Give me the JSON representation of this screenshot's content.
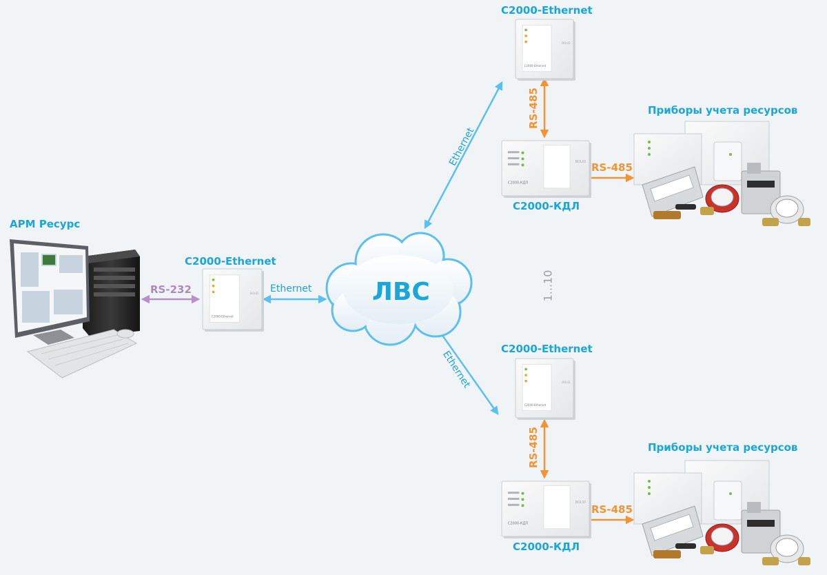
{
  "diagram": {
    "arm_label": "АРМ Ресурс",
    "lan_label": "ЛВС",
    "ellipsis_label": "1...10",
    "main_converter": "С2000-Ethernet",
    "link_rs232": "RS-232",
    "link_ethernet": "Ethernet",
    "branches": [
      {
        "converter": "С2000-Ethernet",
        "ethernet_link": "Ethernet",
        "rs485_vertical": "RS-485",
        "controller": "С2000-КДЛ",
        "rs485_horizontal": "RS-485",
        "meters_label": "Приборы учета ресурсов"
      },
      {
        "converter": "С2000-Ethernet",
        "ethernet_link": "Ethernet",
        "rs485_vertical": "RS-485",
        "controller": "С2000-КДЛ",
        "rs485_horizontal": "RS-485",
        "meters_label": "Приборы учета ресурсов"
      }
    ]
  },
  "colors": {
    "ethernet": "#5bc0eb",
    "rs485": "#f39434",
    "rs232": "#b492c4",
    "label_blue": "#1aa6d8",
    "background": "#f1f4f6"
  },
  "device_texts": {
    "ethernet_box": "С2000-Ethernet",
    "kdl_box": "С2000-КДЛ",
    "bolid_mark": "BOLID"
  }
}
